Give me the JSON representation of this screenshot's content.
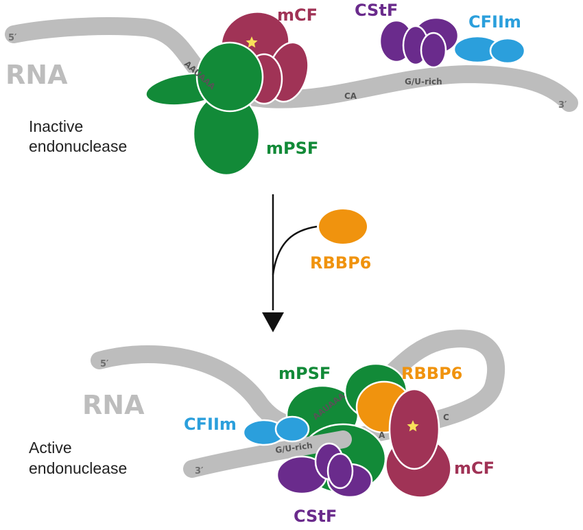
{
  "colors": {
    "rna": "#bdbdbd",
    "mPSF": "#128a38",
    "mCF": "#a03356",
    "CStF": "#6a2b8c",
    "CFIIm": "#2b9fdc",
    "RBBP6": "#f0930e",
    "star": "#f8e05a",
    "text": "#222222"
  },
  "inactive": {
    "rna_label": "RNA",
    "five_prime": "5′",
    "three_prime": "3′",
    "motif_aauaaa": "AAUAAA",
    "motif_ca": "CA",
    "motif_gu": "G/U-rich",
    "mCF": "mCF",
    "CStF": "CStF",
    "CFIIm": "CFIIm",
    "mPSF": "mPSF",
    "state_line1": "Inactive",
    "state_line2": "endonuclease"
  },
  "transition": {
    "RBBP6": "RBBP6"
  },
  "active": {
    "rna_label": "RNA",
    "five_prime": "5′",
    "three_prime": "3′",
    "mPSF": "mPSF",
    "RBBP6": "RBBP6",
    "CFIIm": "CFIIm",
    "mCF": "mCF",
    "CStF": "CStF",
    "motif_aauaaa": "AAUAAA",
    "motif_gu": "G/U-rich",
    "motif_a": "A",
    "motif_c": "C",
    "state_line1": "Active",
    "state_line2": "endonuclease"
  }
}
